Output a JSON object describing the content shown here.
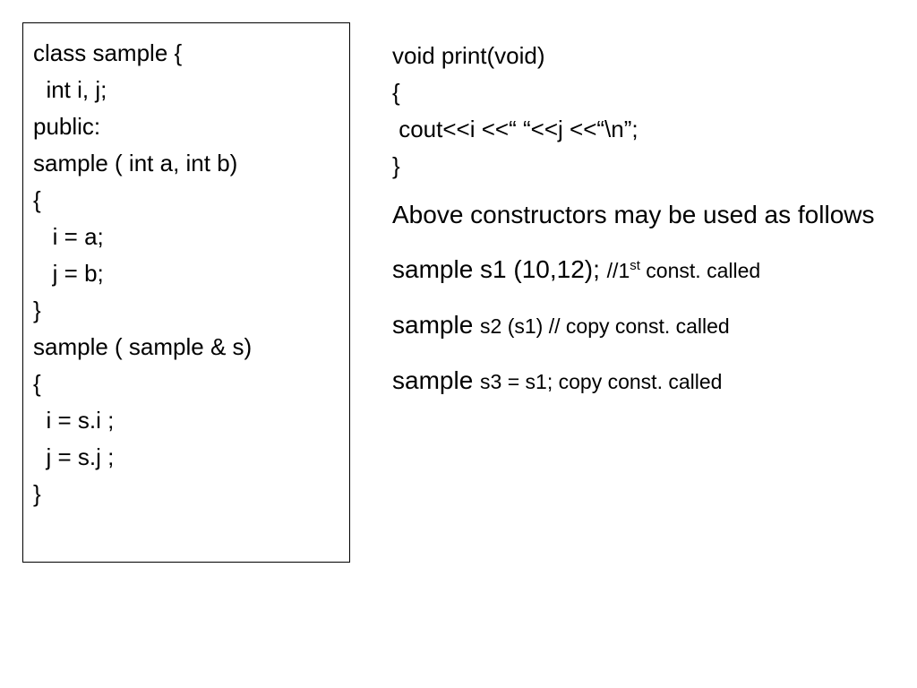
{
  "class_code": {
    "lines": [
      "class sample {",
      "  int i, j;",
      "public:",
      "sample ( int a, int b)",
      "{",
      "   i = a;",
      "   j = b;",
      "}",
      "sample ( sample & s)",
      "{",
      "  i = s.i ;",
      "  j = s.j ;",
      "}"
    ]
  },
  "print_function": {
    "lines": [
      "void print(void)",
      "{",
      " cout<<i <<“ “<<j <<“\\n”;",
      "}"
    ]
  },
  "explanation": "Above constructors may be used as follows",
  "usage": {
    "line1": {
      "code": "sample s1 (10,12); ",
      "comment_prefix": "//1",
      "superscript": "st",
      "comment_suffix": " const. called"
    },
    "line2": {
      "code": "sample ",
      "comment": "s2 (s1) // copy const. called"
    },
    "line3": {
      "code": "sample ",
      "comment": "s3 = s1; copy const. called"
    }
  }
}
